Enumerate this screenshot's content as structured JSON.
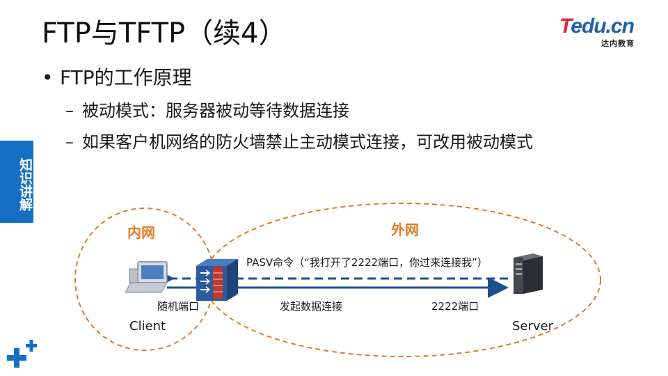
{
  "slide": {
    "title": "FTP与TFTP（续4）",
    "side_tab": "知识讲解"
  },
  "logo": {
    "mark_t": "T",
    "mark_rest": "edu.cn",
    "subtitle": "达内教育"
  },
  "bullets": {
    "l1_dot": "•",
    "l1": "FTP的工作原理",
    "l2_dash": "–",
    "l2": [
      "被动模式：服务器被动等待数据连接",
      "如果客户机网络的防火墙禁止主动模式连接，可改用被动模式"
    ]
  },
  "diagram": {
    "inner_zone": "内网",
    "outer_zone": "外网",
    "command_text": "PASV命令（“我打开了2222端口，你过来连接我”）",
    "random_port": "随机端口",
    "data_conn": "发起数据连接",
    "server_port": "2222端口",
    "client": "Client",
    "server": "Server",
    "colors": {
      "zone_border": "#e07b23",
      "arrow": "#1f4e8c",
      "firewall": "#2b5b9e",
      "brick": "#c0392b"
    },
    "icons": [
      "client-computer-icon",
      "firewall-icon",
      "server-tower-icon"
    ]
  }
}
